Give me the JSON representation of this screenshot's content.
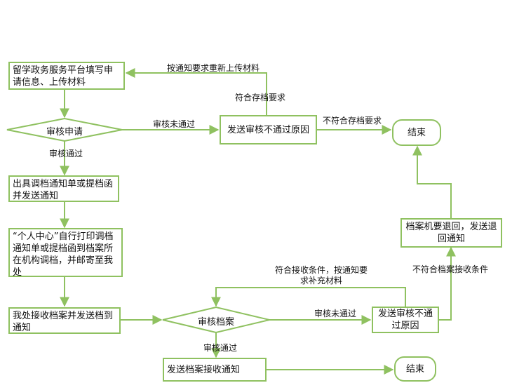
{
  "nodes": {
    "apply": "留学政务服务平台填写申请信息、上传材料",
    "review_apply": "审核申请",
    "send_reject_1": "发送审核不通过原因",
    "end_1": "结束",
    "issue_notice": "出具调档通知单或提档函并发送通知",
    "print_letter": "“个人中心”自行打印调档通知单或提档函到档案所在机构调档，并邮寄至我处",
    "receive_file": "我处接收档案并发送档到通知",
    "review_file": "审核档案",
    "send_reject_2": "发送审核不通过原因",
    "return_notice": "档案机要退回，发送退回通知",
    "send_accept": "发送档案接收通知",
    "end_2": "结束"
  },
  "edges": {
    "reupload": "按通知要求重新上传材料",
    "meets_archive": "符合存档要求",
    "fail_1": "审核未通过",
    "not_meet_archive": "不符合存档要求",
    "pass_1": "审核通过",
    "meets_receive": "符合接收条件，按通知要求补充材料",
    "fail_2": "审核未通过",
    "not_meet_receive": "不符合档案接收条件",
    "pass_2": "审核通过"
  },
  "colors": {
    "border": "#8fc160",
    "arrow": "#8fc160"
  }
}
